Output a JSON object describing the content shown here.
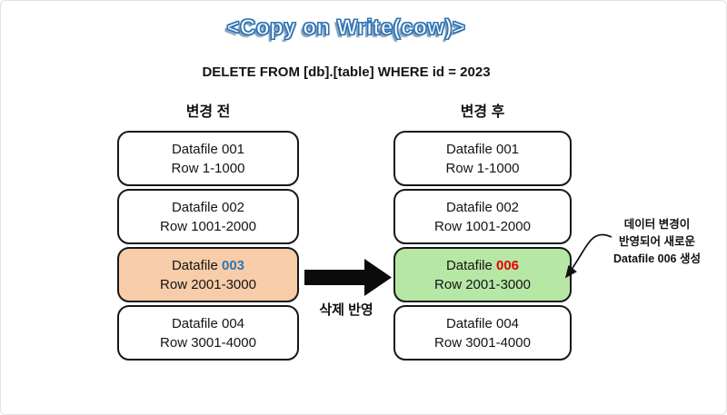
{
  "title": "<Copy on Write(cow)>",
  "subtitle": "DELETE FROM [db].[table] WHERE id = 2023",
  "colors": {
    "highlight_before": "#f7cca9",
    "highlight_after": "#b7e7a5",
    "number_blue": "#2e75b6",
    "number_red": "#e60000",
    "title_blue": "#2e74b5"
  },
  "before": {
    "header": "변경 전",
    "boxes": [
      {
        "file_label": "Datafile",
        "number": "001",
        "rows": "Row 1-1000"
      },
      {
        "file_label": "Datafile",
        "number": "002",
        "rows": "Row 1001-2000"
      },
      {
        "file_label": "Datafile",
        "number": "003",
        "rows": "Row 2001-3000",
        "box_style": "background:#f7cca9",
        "num_style": "color:#2e75b6; font-weight:700"
      },
      {
        "file_label": "Datafile",
        "number": "004",
        "rows": "Row 3001-4000"
      }
    ]
  },
  "after": {
    "header": "변경 후",
    "boxes": [
      {
        "file_label": "Datafile",
        "number": "001",
        "rows": "Row 1-1000"
      },
      {
        "file_label": "Datafile",
        "number": "002",
        "rows": "Row 1001-2000"
      },
      {
        "file_label": "Datafile",
        "number": "006",
        "rows": "Row 2001-3000",
        "box_style": "background:#b7e7a5",
        "num_style": "color:#e60000; font-weight:700"
      },
      {
        "file_label": "Datafile",
        "number": "004",
        "rows": "Row 3001-4000"
      }
    ]
  },
  "transition": {
    "arrow_label": "삭제 반영"
  },
  "annotation": {
    "lines": [
      "데이터 변경이",
      "반영되어 새로운",
      "Datafile 006 생성"
    ]
  }
}
